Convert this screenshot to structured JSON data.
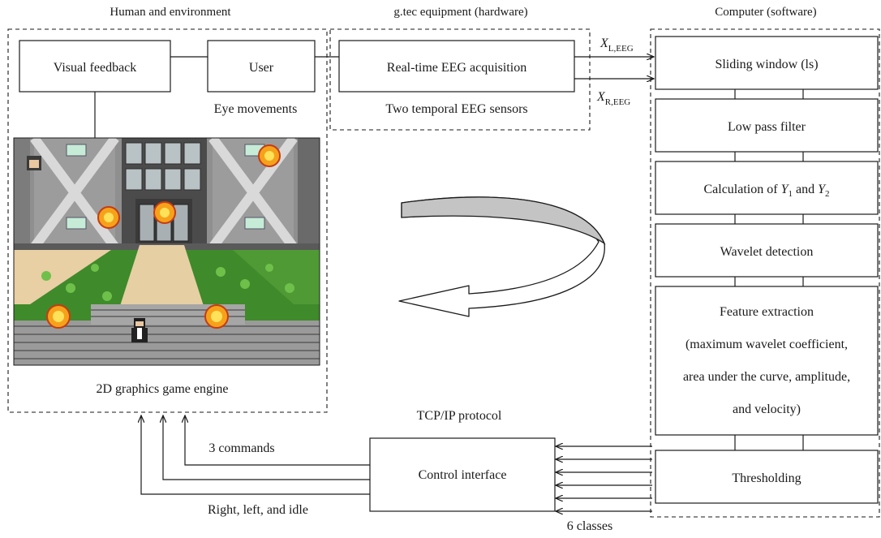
{
  "headers": {
    "left": "Human and environment",
    "middle": "g.tec equipment (hardware)",
    "right": "Computer (software)"
  },
  "human": {
    "visual_feedback": "Visual feedback",
    "user": "User",
    "eye_movements": "Eye movements",
    "game_engine": "2D graphics game engine"
  },
  "hardware": {
    "acquisition": "Real-time EEG acquisition",
    "sensors": "Two temporal EEG sensors",
    "signal_left": {
      "var": "X",
      "sub": "L,EEG"
    },
    "signal_right": {
      "var": "X",
      "sub": "R,EEG"
    }
  },
  "software": {
    "sliding_window": "Sliding window (ls)",
    "low_pass": "Low pass filter",
    "calc": {
      "pre": "Calculation of ",
      "y1": "Y",
      "s1": "1",
      "mid": " and ",
      "y2": "Y",
      "s2": "2"
    },
    "wavelet": "Wavelet detection",
    "feature_lines": [
      "Feature extraction",
      "(maximum wavelet coefficient,",
      "area under the curve, amplitude,",
      "and velocity)"
    ],
    "thresholding": "Thresholding"
  },
  "control": {
    "interface": "Control interface",
    "protocol": "TCP/IP protocol",
    "commands": "3 commands",
    "directions": "Right, left, and idle",
    "classes": "6 classes"
  }
}
